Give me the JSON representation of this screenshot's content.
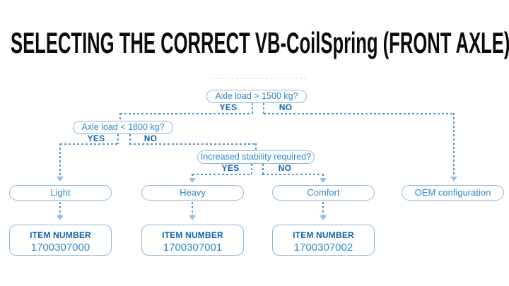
{
  "title": "SELECTING THE CORRECT VB-CoilSpring (FRONT AXLE)",
  "colors": {
    "title_text": "#0b0b0b",
    "node_border": "#8cb6de",
    "node_text": "#2e86c6",
    "label_text": "#1162ad",
    "dash_line": "#4f95cf",
    "arrow_fill": "#93bfe4"
  },
  "flowchart": {
    "decisions": [
      {
        "question": "Axle load > 1500 kg?",
        "yes": "YES",
        "no": "NO"
      },
      {
        "question": "Axle load < 1800 kg?",
        "yes": "YES",
        "no": "NO"
      },
      {
        "question": "Increased stability required?",
        "yes": "YES",
        "no": "NO"
      }
    ],
    "outcomes": [
      {
        "label": "Light"
      },
      {
        "label": "Heavy"
      },
      {
        "label": "Comfort"
      },
      {
        "label": "OEM configuration"
      }
    ],
    "items": [
      {
        "label": "ITEM NUMBER",
        "number": "1700307000"
      },
      {
        "label": "ITEM NUMBER",
        "number": "1700307001"
      },
      {
        "label": "ITEM NUMBER",
        "number": "1700307002"
      }
    ]
  }
}
